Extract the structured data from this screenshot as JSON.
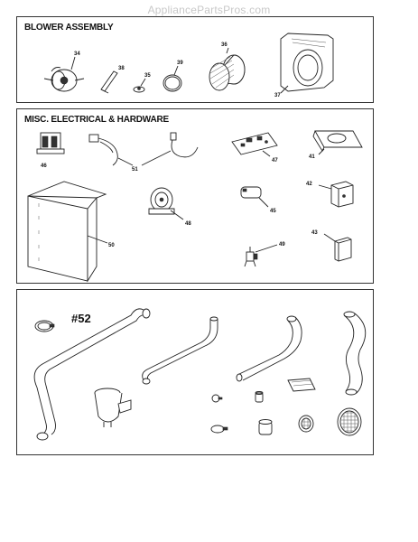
{
  "watermark": "AppliancePartsPros.com",
  "sections": {
    "blower": {
      "title": "BLOWER ASSEMBLY"
    },
    "misc": {
      "title": "MISC. ELECTRICAL & HARDWARE"
    },
    "kit": {
      "title": "#52"
    }
  },
  "callouts": {
    "c34": "34",
    "c38": "38",
    "c35": "35",
    "c39": "39",
    "c36": "36",
    "c37": "37",
    "c46": "46",
    "c51": "51",
    "c47": "47",
    "c41": "41",
    "c48": "48",
    "c45": "45",
    "c42": "42",
    "c50": "50",
    "c49": "49",
    "c43": "43"
  }
}
